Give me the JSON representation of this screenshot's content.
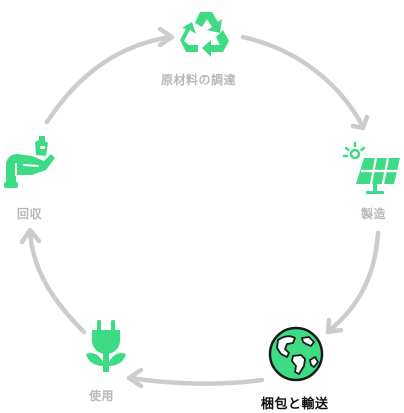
{
  "colors": {
    "accent": "#3ddc84",
    "arrow": "#cccccc",
    "muted_text": "#b8b8b8",
    "active_text": "#111111",
    "globe_land": "#ffffff",
    "outline": "#1a1a1a"
  },
  "cycle": {
    "active_step": "packaging",
    "steps": [
      {
        "id": "sourcing",
        "label": "原材料の調達",
        "icon": "recycle-icon"
      },
      {
        "id": "manufacturing",
        "label": "製造",
        "icon": "solar-panel-icon"
      },
      {
        "id": "packaging",
        "label": "梱包と輸送",
        "icon": "globe-icon"
      },
      {
        "id": "use",
        "label": "使用",
        "icon": "plug-icon"
      },
      {
        "id": "recovery",
        "label": "回収",
        "icon": "collection-hand-icon"
      }
    ]
  }
}
